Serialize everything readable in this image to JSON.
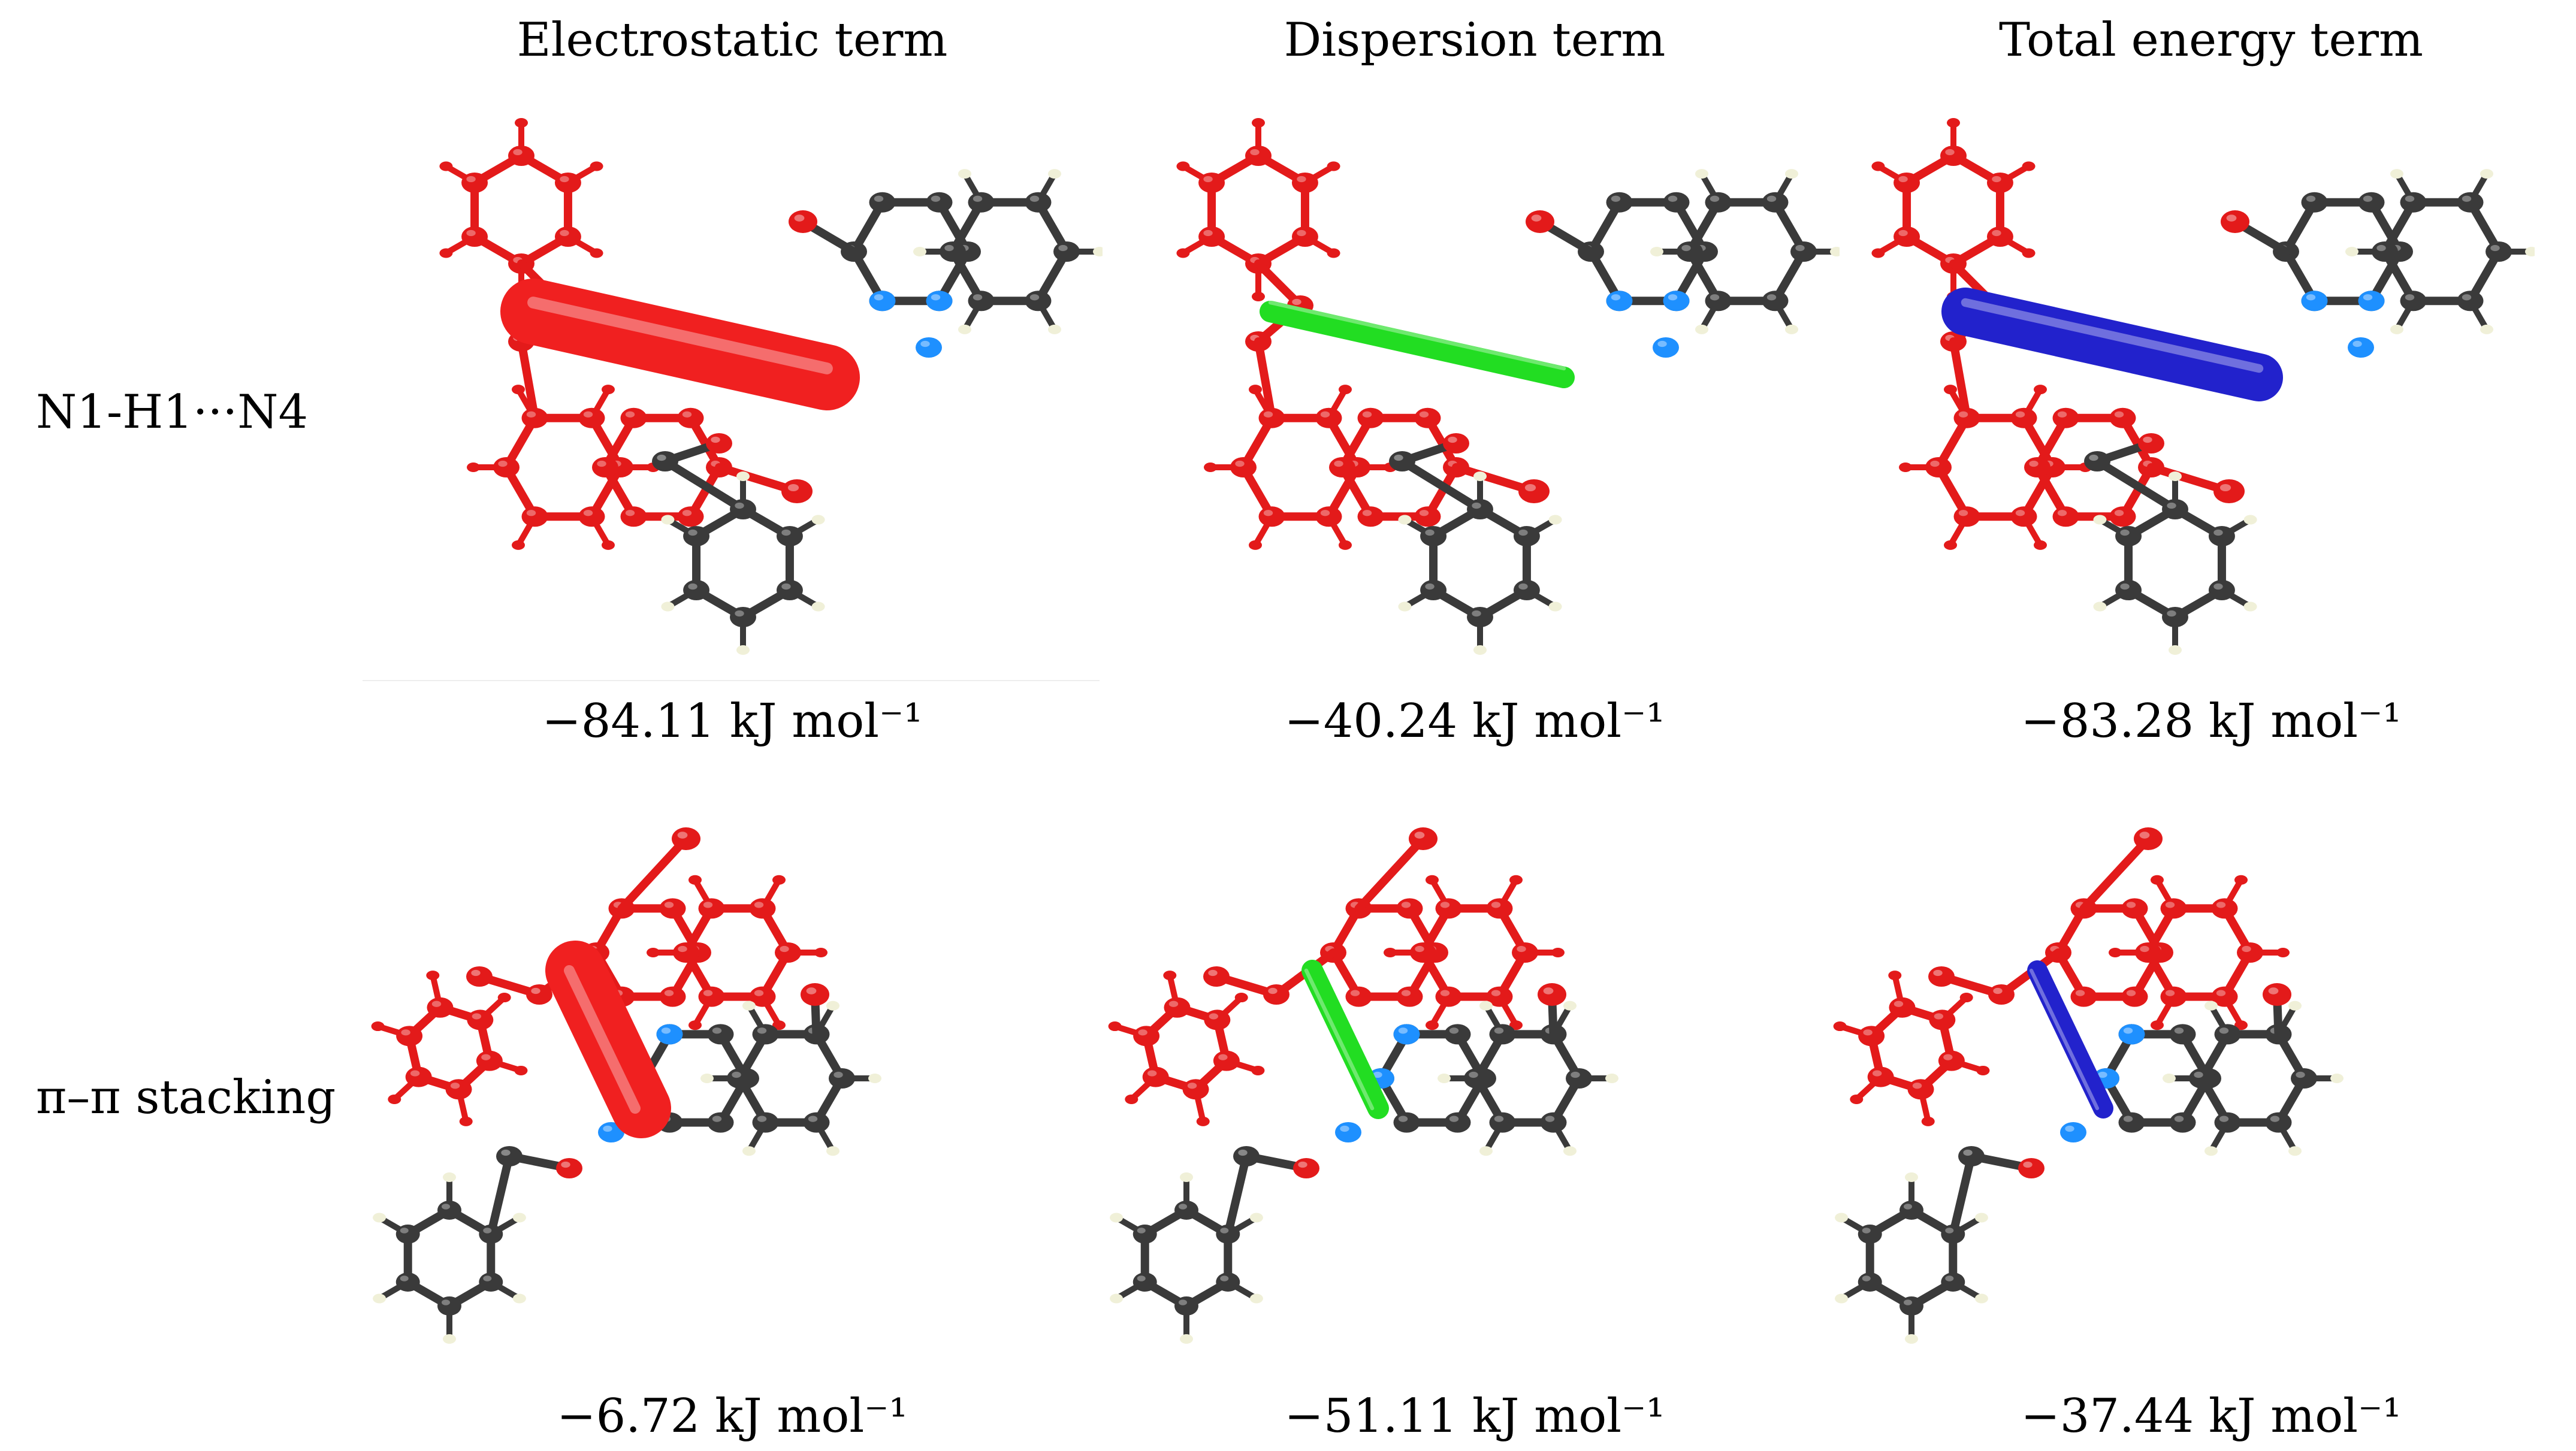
{
  "headers": {
    "electrostatic": "Electrostatic term",
    "dispersion": "Dispersion term",
    "total": "Total energy term"
  },
  "rows": [
    {
      "label": "N1-H1···N4",
      "energies": {
        "electrostatic": "−84.11 kJ mol⁻¹",
        "dispersion": "−40.24 kJ mol⁻¹",
        "total": "−83.28 kJ mol⁻¹"
      }
    },
    {
      "label": "π–π stacking",
      "energies": {
        "electrostatic": "−6.72 kJ mol⁻¹",
        "dispersion": "−51.11 kJ mol⁻¹",
        "total": "−37.44 kJ mol⁻¹"
      }
    }
  ],
  "colors": {
    "electrostatic": "#f02020",
    "dispersion": "#22dd22",
    "total": "#2222cc",
    "fragment": "#e31a1a",
    "carbon": "#3a3a3a",
    "nitrogen": "#1e90ff",
    "hydrogen": "#f0f0d8"
  }
}
